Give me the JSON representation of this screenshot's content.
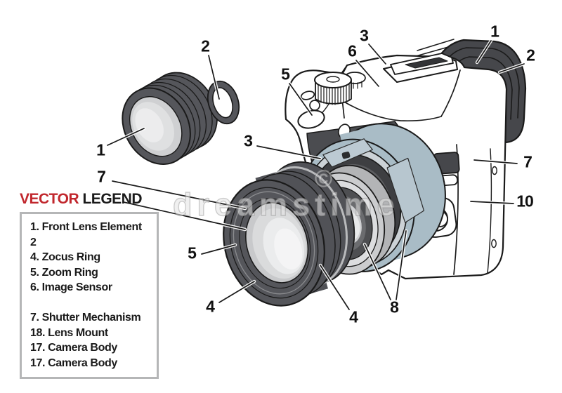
{
  "legend": {
    "title_red": "VECTOR",
    "title_black": "LEGEND",
    "items": [
      "1. Front Lens Element",
      "2",
      "4. Zocus Ring",
      "5. Zoom Ring",
      "6. Image Sensor",
      "",
      "7. Shutter Mechanism",
      "18. Lens Mount",
      "17. Camera Body",
      "17. Camera Body"
    ]
  },
  "callouts": [
    {
      "n": "3"
    },
    {
      "n": "6"
    },
    {
      "n": "1"
    },
    {
      "n": "2"
    },
    {
      "n": "5"
    },
    {
      "n": "2"
    },
    {
      "n": "1"
    },
    {
      "n": "3"
    },
    {
      "n": "7"
    },
    {
      "n": "5"
    },
    {
      "n": "4"
    },
    {
      "n": "4"
    },
    {
      "n": "8"
    },
    {
      "n": "7"
    },
    {
      "n": "10"
    }
  ],
  "watermark": {
    "text": "dreamstime",
    "symbol": "©"
  },
  "colors": {
    "accent_red": "#c1272d",
    "outline": "#1a1a1a",
    "part_dark_gray": "#55565b",
    "mount_blue": "#a9bcc6",
    "glass_gray": "#d6d7d8"
  }
}
